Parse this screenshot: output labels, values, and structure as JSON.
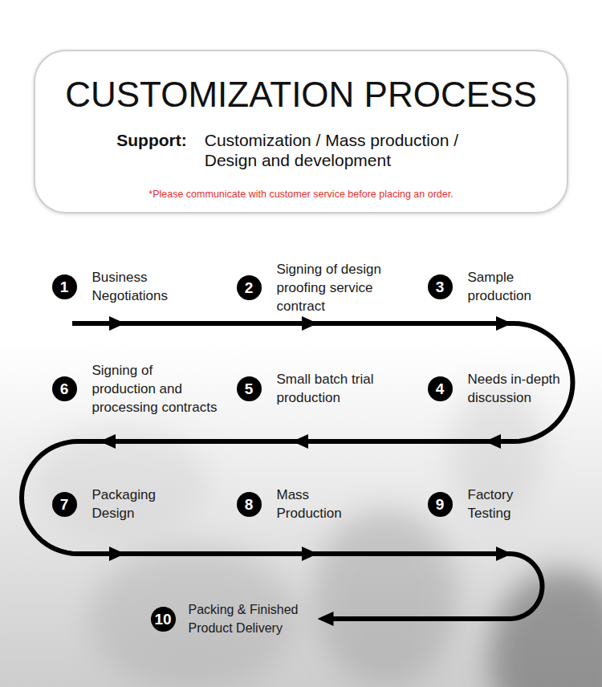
{
  "diagram": {
    "nodes": [
      {
        "text": [
          "CUSTOMIZATION PROCESS",
          "Support:",
          "Customization / Mass production / Design and development",
          "*Please communicate with customer service before placing an order."
        ]
      },
      {
        "text": [
          "1",
          "Business Negotiations"
        ]
      },
      {
        "text": [
          "2",
          "Signing of design proofing service contract"
        ]
      },
      {
        "text": [
          "3",
          "Sample production"
        ]
      },
      {
        "text": [
          "4",
          "Needs in-depth discussion"
        ]
      },
      {
        "text": [
          "5",
          "Small batch trial production"
        ]
      },
      {
        "text": [
          "6",
          "Signing of production and processing contracts"
        ]
      },
      {
        "text": [
          "7",
          "Packaging Design"
        ]
      },
      {
        "text": [
          "8",
          "Mass Production"
        ]
      },
      {
        "text": [
          "9",
          "Factory Testing"
        ]
      },
      {
        "text": [
          "10",
          "Packing & Finished Product Delivery"
        ]
      }
    ],
    "edges": [
      {
        "from": 1,
        "to": 2,
        "arrow": "to"
      },
      {
        "from": 2,
        "to": 3,
        "arrow": "to"
      },
      {
        "from": 3,
        "to": 4,
        "arrow": "to"
      },
      {
        "from": 4,
        "to": 5,
        "arrow": "to"
      },
      {
        "from": 5,
        "to": 6,
        "arrow": "to"
      },
      {
        "from": 6,
        "to": 7,
        "arrow": "to"
      },
      {
        "from": 7,
        "to": 8,
        "arrow": "to"
      },
      {
        "from": 8,
        "to": 9,
        "arrow": "to"
      },
      {
        "from": 9,
        "to": 10,
        "arrow": "to"
      }
    ]
  }
}
